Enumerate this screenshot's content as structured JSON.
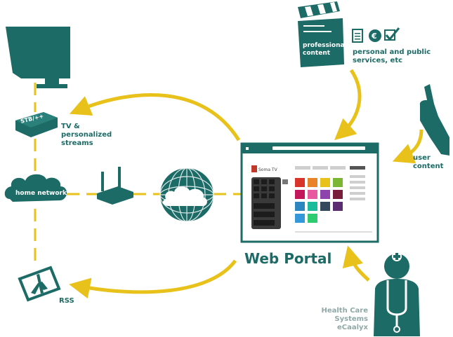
{
  "labels": {
    "stb": "STB/++",
    "tv_line1": "TV &",
    "tv_line2": "personalized",
    "tv_line3": "streams",
    "home_network": "home network",
    "rss": "RSS",
    "web_portal": "Web Portal",
    "clapper_line1": "professional",
    "clapper_line2": "content",
    "services_line1": "personal and public",
    "services_line2": "services, etc",
    "user_line1": "user",
    "user_line2": "content",
    "health_line1": "Health Care",
    "health_line2": "Systems",
    "health_line3": "eCaalyx",
    "portal_logo": "Soma TV"
  },
  "colors": {
    "teal": "#1d6b66",
    "yellow": "#e8c21a",
    "grey_text": "#8fa9a6"
  },
  "icons": [
    "tv-icon",
    "stb-icon",
    "cloud-icon",
    "router-icon",
    "globe-icon",
    "eiffel-photo-icon",
    "clapperboard-icon",
    "document-icon",
    "euro-icon",
    "checkbox-icon",
    "hand-camera-icon",
    "doctor-icon"
  ]
}
